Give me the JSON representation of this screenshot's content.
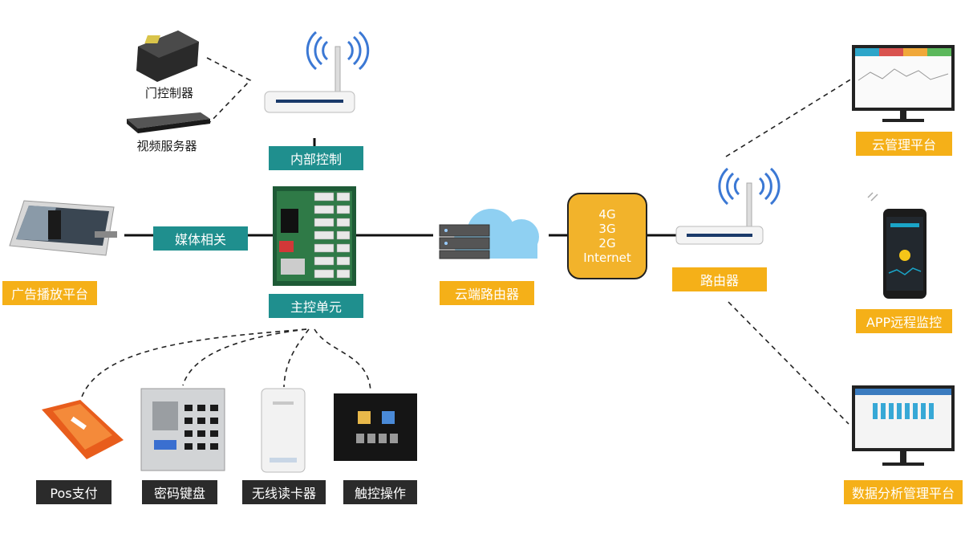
{
  "labels": {
    "internal_control": "内部控制",
    "media_related": "媒体相关",
    "main_control_unit": "主控单元",
    "ad_platform": "广告播放平台",
    "door_controller": "门控制器",
    "video_server": "视频服务器",
    "cloud_router": "云端路由器",
    "router": "路由器",
    "cloud_mgmt": "云管理平台",
    "app_monitor": "APP远程监控",
    "data_mgmt": "数据分析管理平台",
    "pos_payment": "Pos支付",
    "keypad": "密码键盘",
    "card_reader": "无线读卡器",
    "touch_op": "触控操作"
  },
  "network": {
    "line1": "4G",
    "line2": "3G",
    "line3": "2G",
    "line4": "Internet"
  },
  "colors": {
    "teal": "#1f8f8e",
    "orange": "#f5b018",
    "dark": "#2b2b2b",
    "net_box": "#f2b32b"
  }
}
